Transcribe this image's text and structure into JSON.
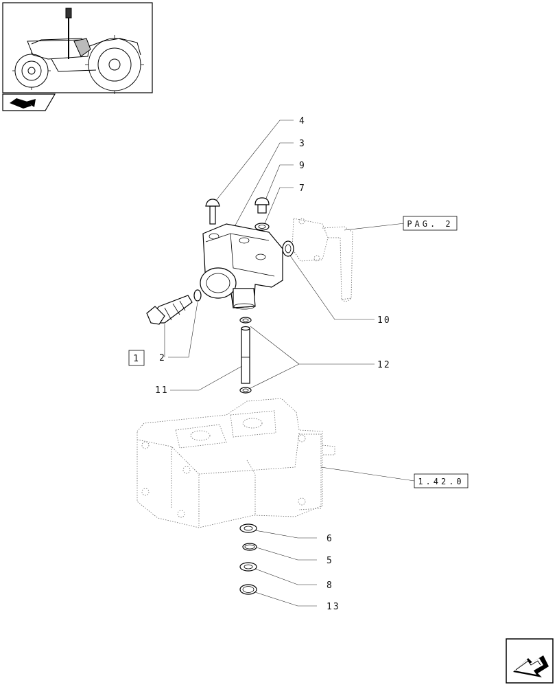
{
  "callouts": {
    "c1": "1",
    "c2": "2",
    "c3": "3",
    "c4": "4",
    "c5": "5",
    "c6": "6",
    "c7": "7",
    "c8": "8",
    "c9": "9",
    "c10": "10",
    "c11": "11",
    "c12": "12",
    "c13": "13"
  },
  "references": {
    "page_ref": "PAG. 2",
    "section_ref": "1.42.0"
  },
  "icons": {
    "thumbnail": "tractor-thumbnail-icon",
    "section_marker": "section-marker-icon",
    "navigation": "navigate-arrow-icon"
  }
}
